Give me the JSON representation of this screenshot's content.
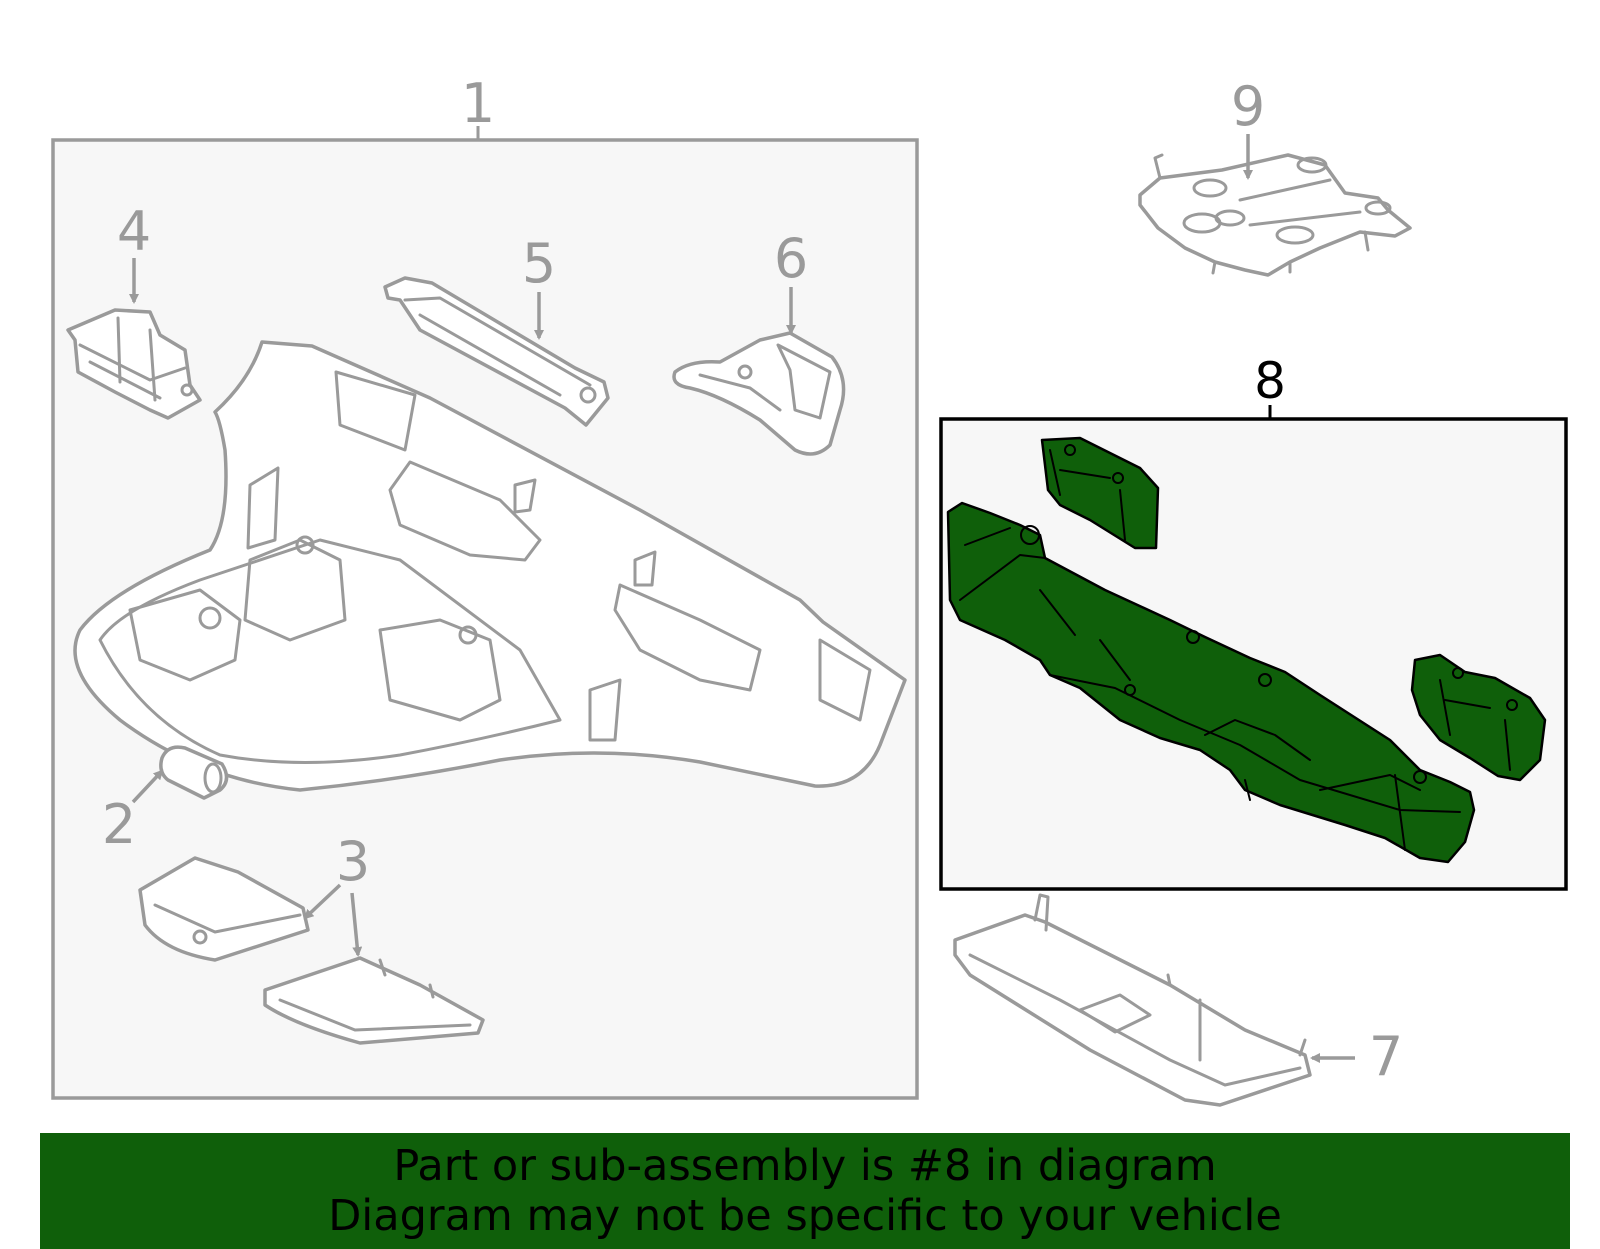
{
  "colors": {
    "highlight_fill": "#0f5f0a",
    "banner_background": "#0f5f0a",
    "line_gray": "#9a9a9a",
    "panel_background": "#f7f7f7"
  },
  "callouts": [
    {
      "id": "1",
      "label": "1"
    },
    {
      "id": "2",
      "label": "2"
    },
    {
      "id": "3",
      "label": "3"
    },
    {
      "id": "4",
      "label": "4"
    },
    {
      "id": "5",
      "label": "5"
    },
    {
      "id": "6",
      "label": "6"
    },
    {
      "id": "7",
      "label": "7"
    },
    {
      "id": "8",
      "label": "8",
      "highlighted": true
    },
    {
      "id": "9",
      "label": "9"
    }
  ],
  "banner": {
    "line1": "Part or sub-assembly is #8 in diagram",
    "line2": "Diagram may not be specific to your vehicle"
  }
}
